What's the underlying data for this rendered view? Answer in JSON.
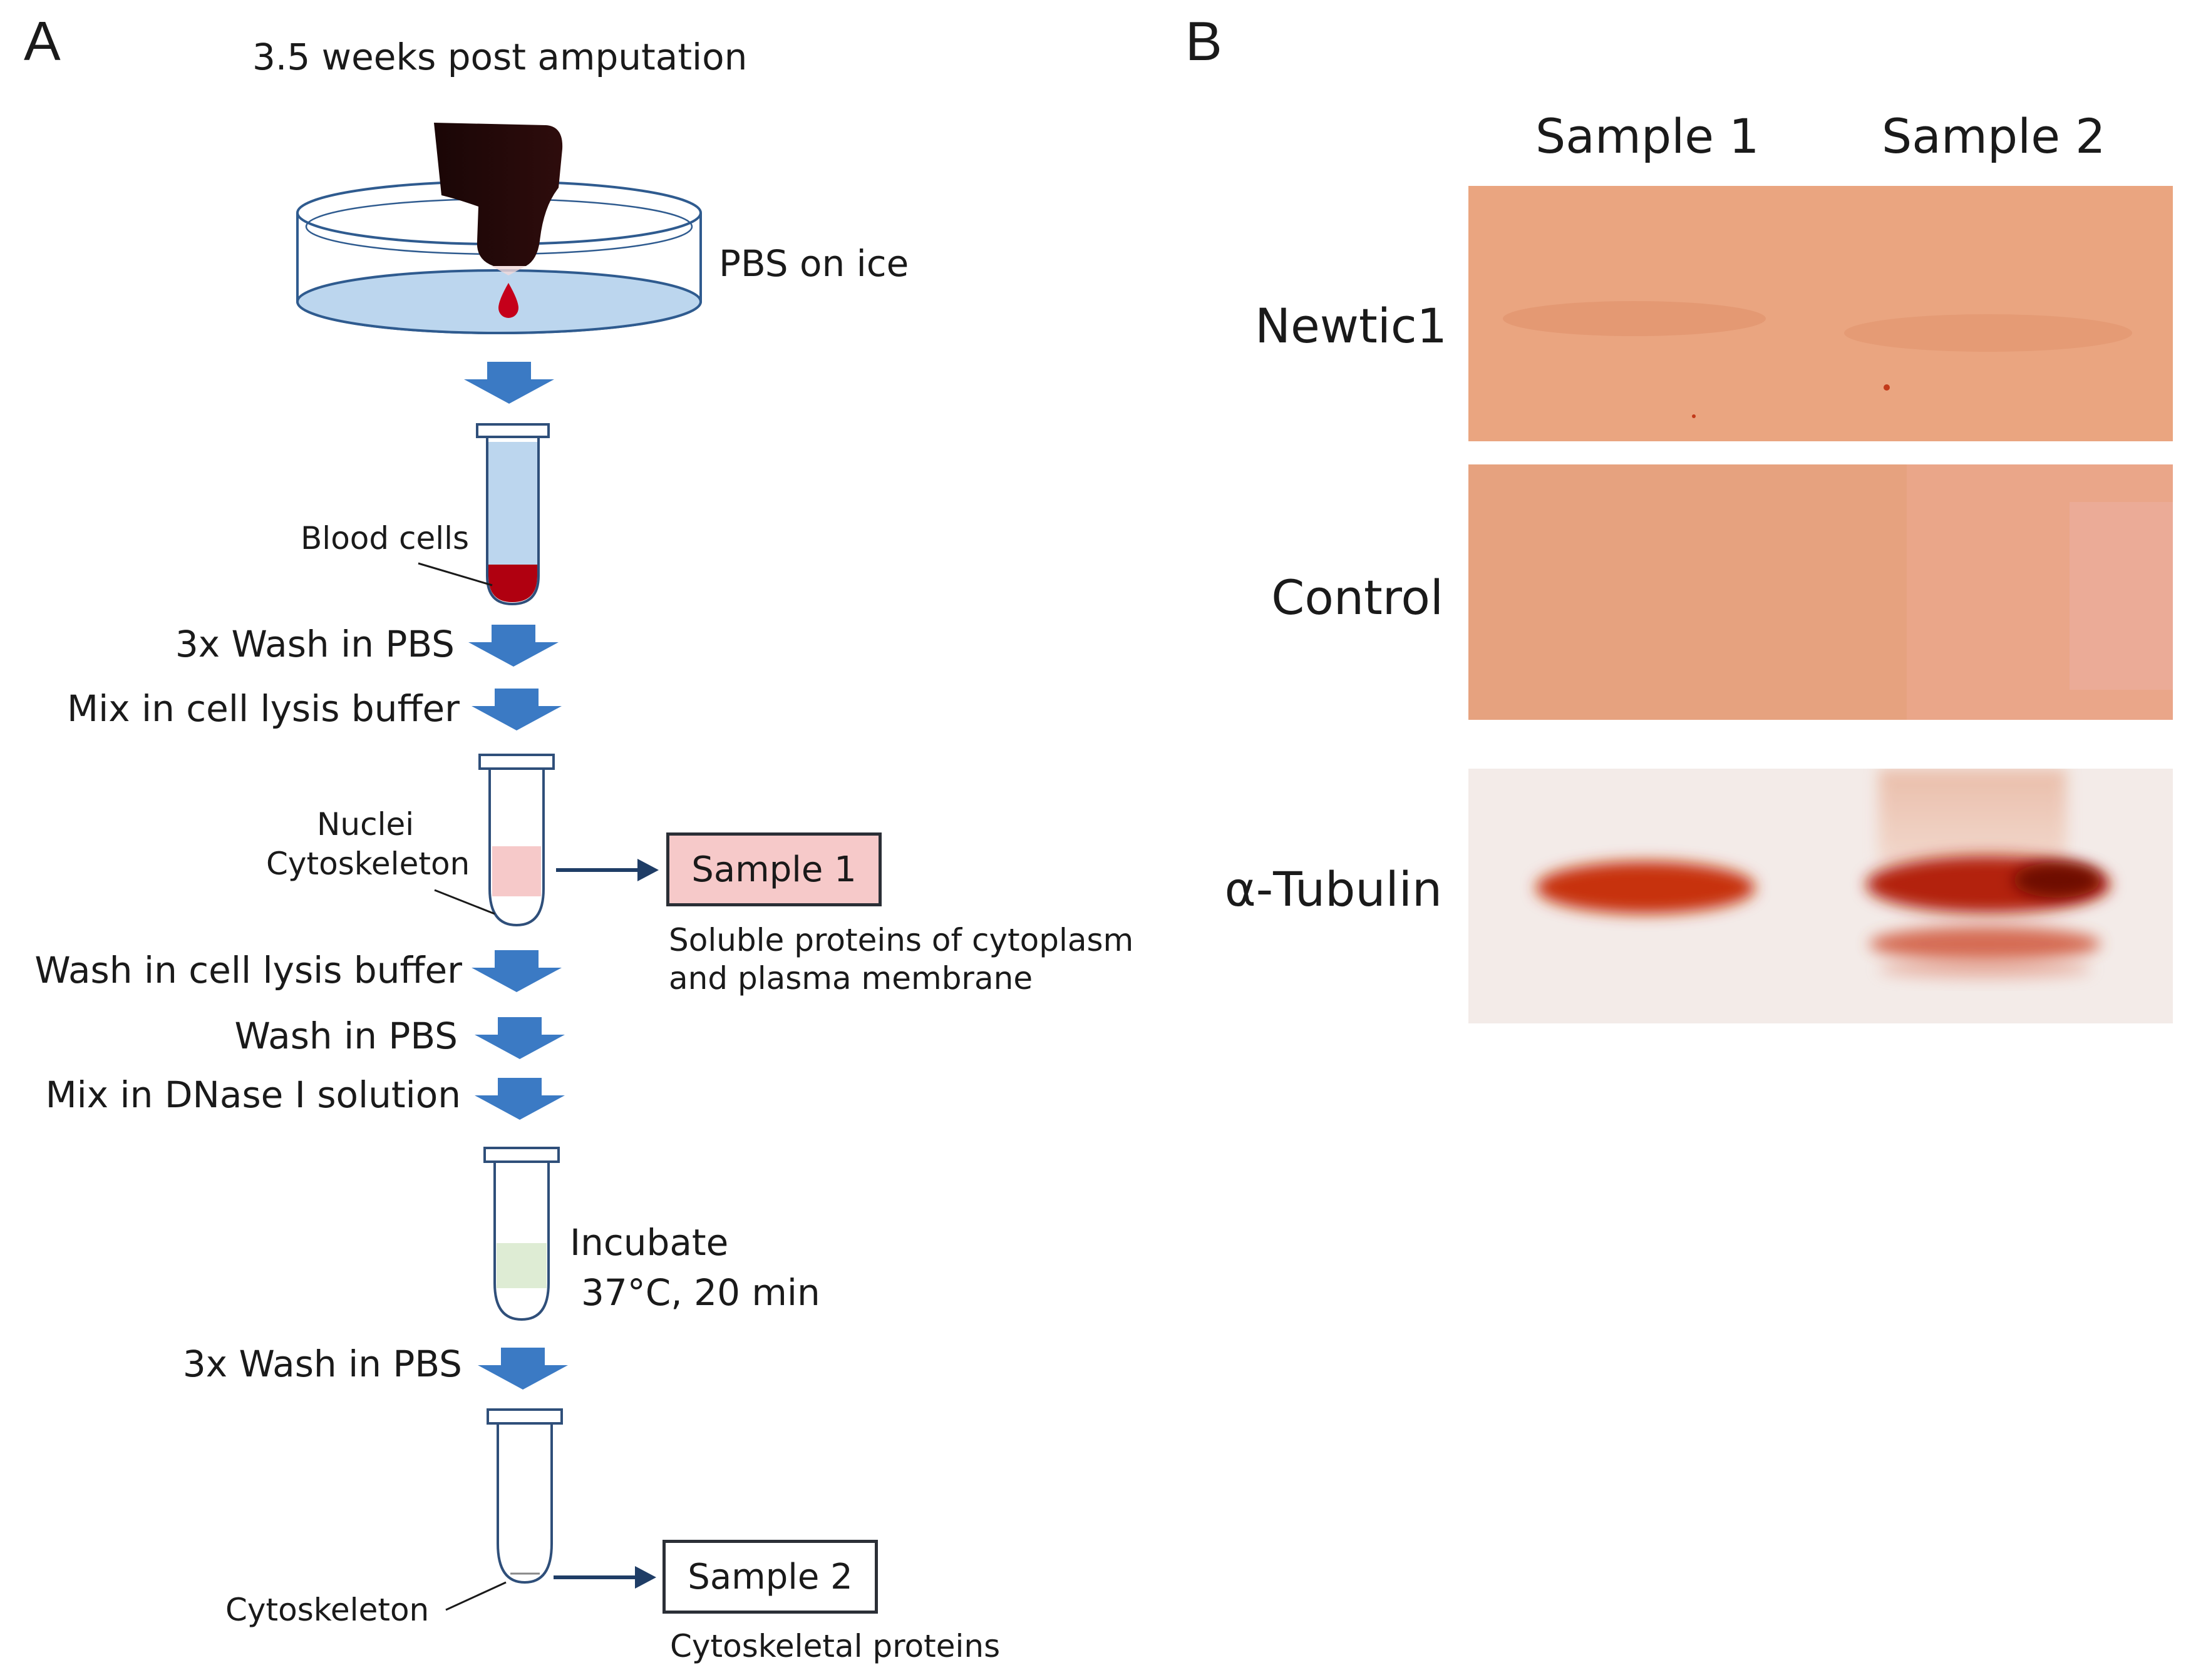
{
  "panel_a": {
    "letter": "A",
    "title": "3.5 weeks post amputation",
    "dish_label": "PBS on ice",
    "tube1_label": "Blood cells",
    "steps": {
      "wash1": "3x Wash in PBS",
      "lysis_mix": "Mix in cell lysis buffer",
      "lysis_wash": "Wash in cell lysis buffer",
      "pbs_wash": "Wash in PBS",
      "dnase_mix": "Mix in DNase I solution",
      "wash2": "3x Wash in PBS"
    },
    "tube2_label_line1": "Nuclei",
    "tube2_label_line2": "Cytoskeleton",
    "sample1": {
      "label": "Sample 1",
      "desc_line1": "Soluble proteins of cytoplasm",
      "desc_line2": "and plasma membrane"
    },
    "incubate_line1": "Incubate",
    "incubate_line2": "37°C, 20 min",
    "tube4_label": "Cytoskeleton",
    "sample2": {
      "label": "Sample 2",
      "desc": "Cytoskeletal proteins"
    }
  },
  "panel_b": {
    "letter": "B",
    "lanes": [
      "Sample 1",
      "Sample 2"
    ],
    "rows": [
      "Newtic1",
      "Control",
      "α-Tubulin"
    ]
  },
  "colors": {
    "arrow_blue": "#3b7ac4",
    "box_pink": "#f6c9c9",
    "blood_red": "#b00010",
    "pbs_blue": "#bcd6ee",
    "blot_membrane": "#e7a17b",
    "band_red": "#c22c10"
  }
}
